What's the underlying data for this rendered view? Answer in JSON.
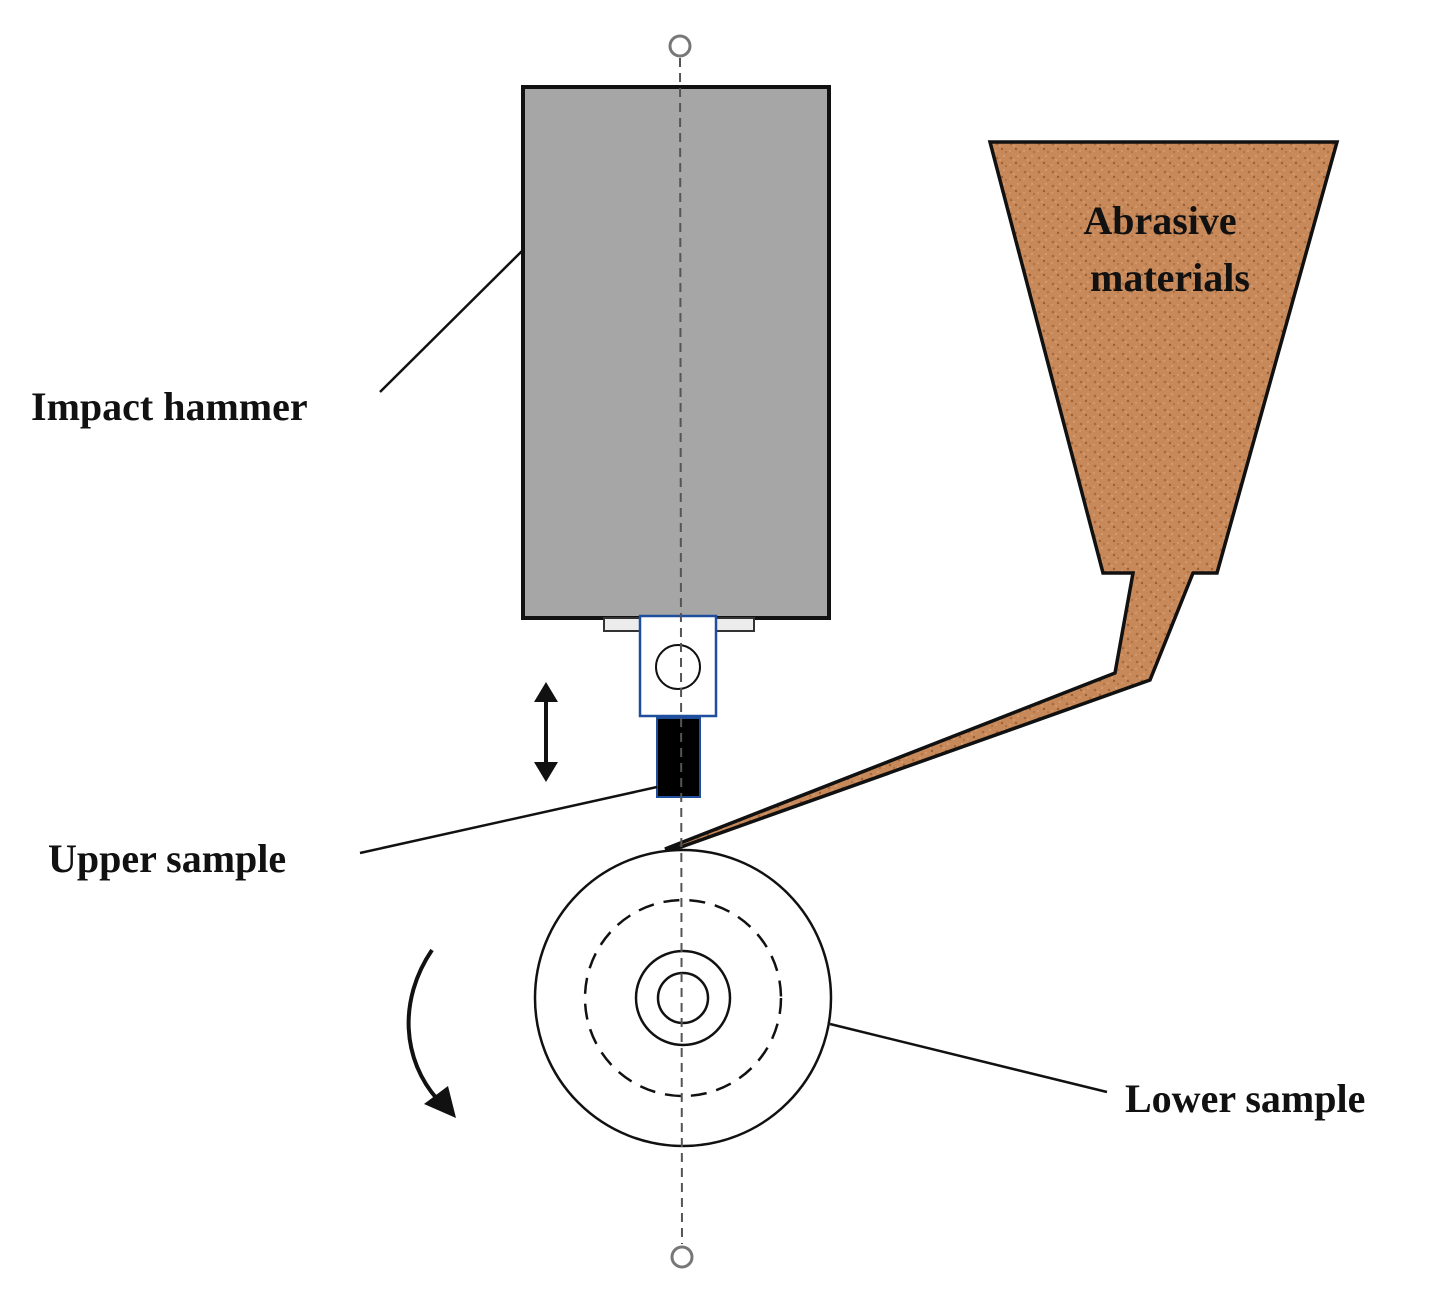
{
  "labels": {
    "impact_hammer": "Impact hammer",
    "abrasive_line1": "Abrasive",
    "abrasive_line2": "materials",
    "upper_sample": "Upper sample",
    "lower_sample": "Lower sample"
  },
  "colors": {
    "hammer_fill": "#a6a6a6",
    "outline": "#111111",
    "abrasive_fill": "#c8895a",
    "abrasive_speckle": "#a86a3c",
    "holder_outline": "#1f4e9c",
    "upper_sample_fill": "#000000",
    "axis_line": "#555555"
  },
  "icons": {
    "vertical_motion": "double-arrow-vertical-icon",
    "rotation": "curved-arrow-clockwise-icon"
  }
}
